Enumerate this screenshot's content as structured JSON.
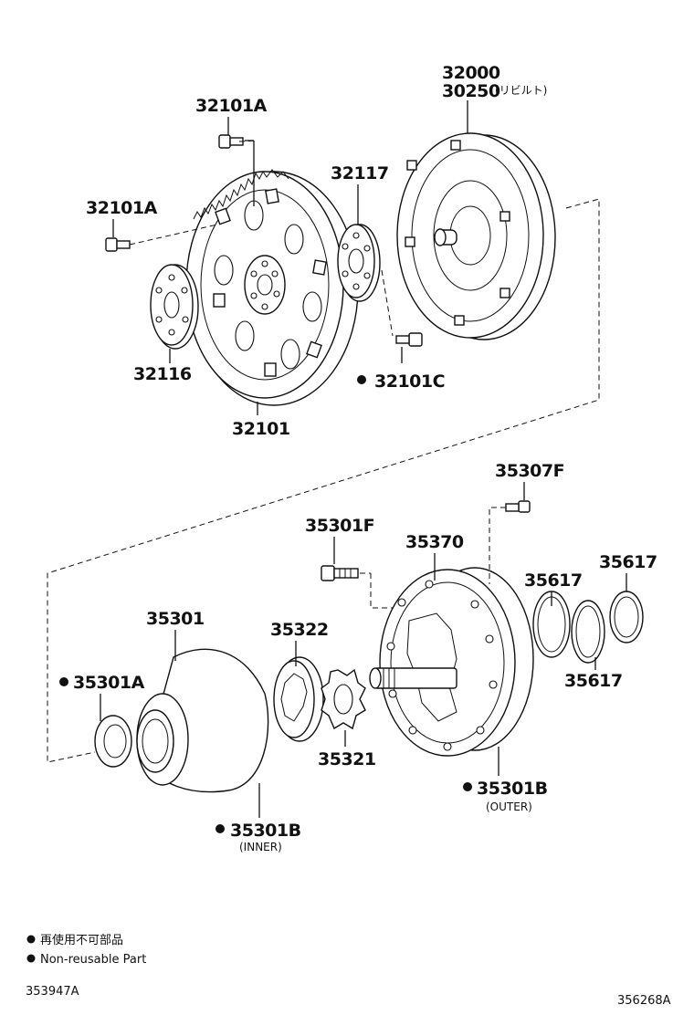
{
  "labels": {
    "p32000": "32000",
    "p30250": "30250",
    "p30250_note": "(リビルト)",
    "p32101A_top": "32101A",
    "p32101A_left": "32101A",
    "p32117": "32117",
    "p32116": "32116",
    "p32101C": "32101C",
    "p32101": "32101",
    "p35307F": "35307F",
    "p35301F": "35301F",
    "p35370": "35370",
    "p35617_a": "35617",
    "p35617_b": "35617",
    "p35617_c": "35617",
    "p35301": "35301",
    "p35322": "35322",
    "p35301A": "35301A",
    "p35321": "35321",
    "p35301B_outer": "35301B",
    "outer_note": "(OUTER)",
    "p35301B_inner": "35301B",
    "inner_note": "(INNER)"
  },
  "legend": {
    "jp": "再使用不可部品",
    "en": "Non-reusable Part"
  },
  "codes": {
    "left": "353947A",
    "right": "356268A"
  }
}
